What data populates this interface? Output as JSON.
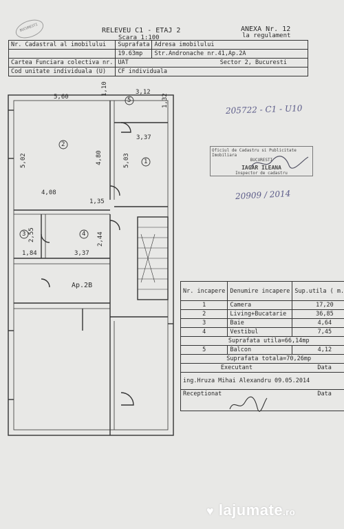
{
  "header": {
    "title": "RELEVEU C1 - ETAJ 2",
    "scale": "Scara 1:100",
    "annex": "ANEXA Nr. 12",
    "annex_sub": "la regulament",
    "corner_stamp": "BUCURESTI"
  },
  "info_table": {
    "r1c1": "Nr. Cadastral al imobilului",
    "r1c2": "Suprafata",
    "r1c3": "Adresa imobilului",
    "r2c2": "19.63mp",
    "r2c3": "Str.Andronache nr.41,Ap.2A",
    "r3c1": "Cartea Funciara colectiva nr.",
    "r3c2": "UAT",
    "r3c3": "Sector 2, Bucuresti",
    "r4c1": "Cod unitate individuala (U)",
    "r4c2": "CF individuala"
  },
  "plan": {
    "dims": [
      "5,60",
      "1,10",
      "3,12",
      "1,32",
      "5,02",
      "4,80",
      "5,03",
      "3,37",
      "4,08",
      "1,35",
      "2,55",
      "2,44",
      "1,84",
      "3,37"
    ],
    "room_numbers": [
      "1",
      "2",
      "3",
      "4",
      "5"
    ],
    "apartment_label": "Ap.2B"
  },
  "handwriting": {
    "ref1": "205722 - C1 - U10",
    "ref2": "20909 / 2014"
  },
  "stamp": {
    "line1": "Oficiul de Cadastru si Publicitate Imobiliara",
    "line2": "BUCURESTI",
    "name": "IAGAR ILEANA",
    "role": "Inspector de cadastru"
  },
  "rooms_table": {
    "headers": {
      "nr": "Nr. incapere",
      "name": "Denumire incapere",
      "area": "Sup.utila ( m.p.)"
    },
    "rows": [
      {
        "nr": "1",
        "name": "Camera",
        "area": "17,20"
      },
      {
        "nr": "2",
        "name": "Living+Bucatarie",
        "area": "36,85"
      },
      {
        "nr": "3",
        "name": "Baie",
        "area": "4,64"
      },
      {
        "nr": "4",
        "name": "Vestibul",
        "area": "7,45"
      }
    ],
    "useful_total": "Suprafata utila=66,14mp",
    "balcony": {
      "nr": "5",
      "name": "Balcon",
      "area": "4,12"
    },
    "grand_total": "Suprafata totala=70,26mp",
    "executant_label": "Executant",
    "date_label": "Data",
    "executant_name": "ing.Hruza Mihai Alexandru 09.05.2014",
    "receptionist_label": "Receptionat",
    "receptionist_date_label": "Data"
  },
  "watermark": {
    "brand": "lajumate",
    "tld": ".ro"
  }
}
